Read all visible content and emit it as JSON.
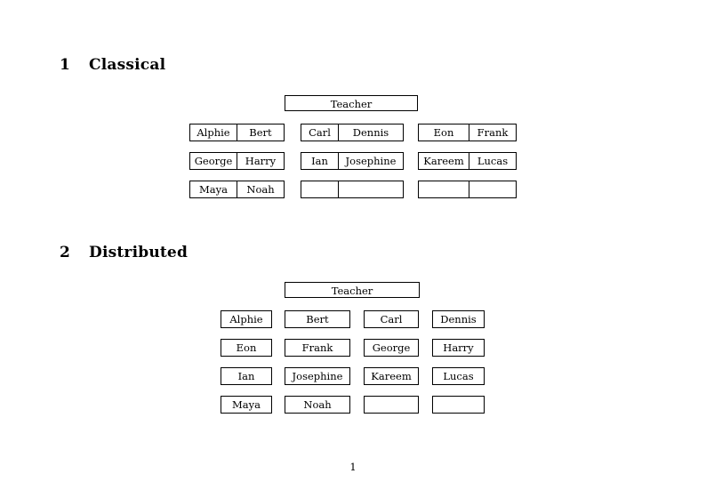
{
  "document": {
    "page_number": "1"
  },
  "sections": [
    {
      "number": "1",
      "title": "Classical",
      "teacher_label": "Teacher",
      "layout": "paired-cells",
      "groups": [
        {
          "rows": [
            {
              "cells": [
                "Alphie",
                "Bert"
              ]
            },
            {
              "cells": [
                "George",
                "Harry"
              ]
            },
            {
              "cells": [
                "Maya",
                "Noah"
              ]
            }
          ]
        },
        {
          "rows": [
            {
              "cells": [
                "Carl",
                "Dennis"
              ]
            },
            {
              "cells": [
                "Ian",
                "Josephine"
              ]
            },
            {
              "cells": [
                "",
                ""
              ]
            }
          ]
        },
        {
          "rows": [
            {
              "cells": [
                "Eon",
                "Frank"
              ]
            },
            {
              "cells": [
                "Kareem",
                "Lucas"
              ]
            },
            {
              "cells": [
                "",
                ""
              ]
            }
          ]
        }
      ]
    },
    {
      "number": "2",
      "title": "Distributed",
      "teacher_label": "Teacher",
      "layout": "separate-boxes",
      "rows": [
        {
          "cells": [
            "Alphie",
            "Bert",
            "Carl",
            "Dennis"
          ]
        },
        {
          "cells": [
            "Eon",
            "Frank",
            "George",
            "Harry"
          ]
        },
        {
          "cells": [
            "Ian",
            "Josephine",
            "Kareem",
            "Lucas"
          ]
        },
        {
          "cells": [
            "Maya",
            "Noah",
            "",
            ""
          ]
        }
      ]
    }
  ],
  "colors": {
    "page_background": "#ffffff",
    "text": "#000000",
    "border": "#000000"
  }
}
